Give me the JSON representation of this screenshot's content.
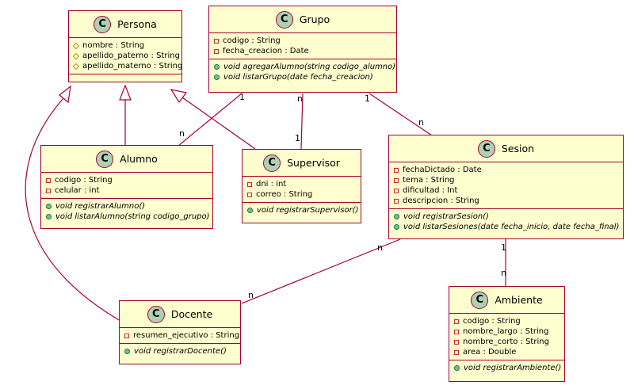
{
  "colors": {
    "class_fill": "#fefece",
    "border": "#a80036",
    "badge_fill": "#add1b2",
    "private": "#c82930",
    "protected": "#b38d22",
    "public": "#84be84"
  },
  "classes": {
    "persona": {
      "badge": "C",
      "name": "Persona",
      "attributes": [
        {
          "vis": "protected",
          "text": "nombre : String"
        },
        {
          "vis": "protected",
          "text": "apellido_paterno : String"
        },
        {
          "vis": "protected",
          "text": "apellido_materno : String"
        }
      ],
      "operations": []
    },
    "grupo": {
      "badge": "C",
      "name": "Grupo",
      "attributes": [
        {
          "vis": "private",
          "text": "codigo : String"
        },
        {
          "vis": "private",
          "text": "fecha_creacion : Date"
        }
      ],
      "operations": [
        {
          "vis": "public",
          "text": "void agregarAlumno(string codigo_alumno)"
        },
        {
          "vis": "public",
          "text": "void listarGrupo(date fecha_creacion)"
        }
      ]
    },
    "alumno": {
      "badge": "C",
      "name": "Alumno",
      "attributes": [
        {
          "vis": "private",
          "text": "codigo : String"
        },
        {
          "vis": "private",
          "text": "celular : int"
        }
      ],
      "operations": [
        {
          "vis": "public",
          "text": "void registrarAlumno()"
        },
        {
          "vis": "public",
          "text": "void listarAlumno(string codigo_grupo)"
        }
      ]
    },
    "supervisor": {
      "badge": "C",
      "name": "Supervisor",
      "attributes": [
        {
          "vis": "private",
          "text": "dni : int"
        },
        {
          "vis": "private",
          "text": "correo : String"
        }
      ],
      "operations": [
        {
          "vis": "public",
          "text": "void registrarSupervisor()"
        }
      ]
    },
    "sesion": {
      "badge": "C",
      "name": "Sesion",
      "attributes": [
        {
          "vis": "private",
          "text": "fechaDictado : Date"
        },
        {
          "vis": "private",
          "text": "tema : String"
        },
        {
          "vis": "private",
          "text": "dificultad : Int"
        },
        {
          "vis": "private",
          "text": "descripcion : String"
        }
      ],
      "operations": [
        {
          "vis": "public",
          "text": "void registrarSesion()"
        },
        {
          "vis": "public",
          "text": "void listarSesiones(date fecha_inicio, date fecha_final)"
        }
      ]
    },
    "docente": {
      "badge": "C",
      "name": "Docente",
      "attributes": [
        {
          "vis": "private",
          "text": "resumen_ejecutivo : String"
        }
      ],
      "operations": [
        {
          "vis": "public",
          "text": "void registrarDocente()"
        }
      ]
    },
    "ambiente": {
      "badge": "C",
      "name": "Ambiente",
      "attributes": [
        {
          "vis": "private",
          "text": "codigo : String"
        },
        {
          "vis": "private",
          "text": "nombre_largo : String"
        },
        {
          "vis": "private",
          "text": "nombre_corto : String"
        },
        {
          "vis": "private",
          "text": "area : Double"
        }
      ],
      "operations": [
        {
          "vis": "public",
          "text": "void registrarAmbiente()"
        }
      ]
    }
  },
  "multiplicities": {
    "grupo_alumno_from": "1",
    "grupo_alumno_to": "n",
    "grupo_supervisor_from": "n",
    "grupo_supervisor_to": "1",
    "grupo_sesion_from": "1",
    "grupo_sesion_to": "n",
    "sesion_docente_from": "n",
    "sesion_docente_to": "n",
    "sesion_ambiente_from": "1",
    "sesion_ambiente_to": "n"
  }
}
